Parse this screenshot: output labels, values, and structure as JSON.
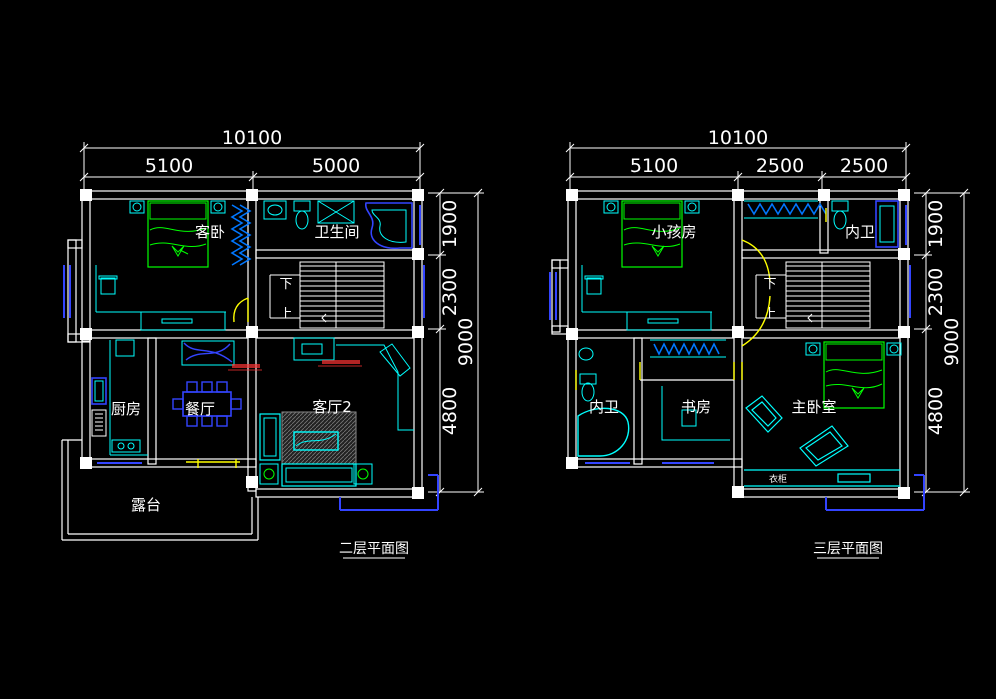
{
  "colors": {
    "background": "#000000",
    "wall": "#ffffff",
    "fixture": "#00ffff",
    "furniture_green": "#00ff00",
    "window_blue": "#3333ff",
    "door_yellow": "#ffff00",
    "annotation_red": "#ff3333",
    "label": "#ffffff"
  },
  "floor2": {
    "dims": {
      "top_total": "10100",
      "top_left": "5100",
      "top_right": "5000",
      "right_1": "1900",
      "right_2": "2300",
      "right_3": "4800",
      "right_total": "9000"
    },
    "rooms": {
      "guest_bedroom": "客卧",
      "bathroom": "卫生间",
      "stairs_down": "下",
      "stairs_up": "上",
      "kitchen": "厨房",
      "dining": "餐厅",
      "living": "客厅2",
      "terrace": "露台"
    },
    "title": "二层平面图"
  },
  "floor3": {
    "dims": {
      "top_total": "10100",
      "top_left": "5100",
      "top_mid": "2500",
      "top_right": "2500",
      "right_1": "1900",
      "right_2": "2300",
      "right_3": "4800",
      "right_total": "9000"
    },
    "rooms": {
      "kids_room": "小孩房",
      "ensuite_top": "内卫",
      "stairs_down": "下",
      "stairs_up": "上",
      "ensuite_left": "内卫",
      "study": "书房",
      "master": "主卧室",
      "wardrobe": "衣柜"
    },
    "title": "三层平面图"
  }
}
